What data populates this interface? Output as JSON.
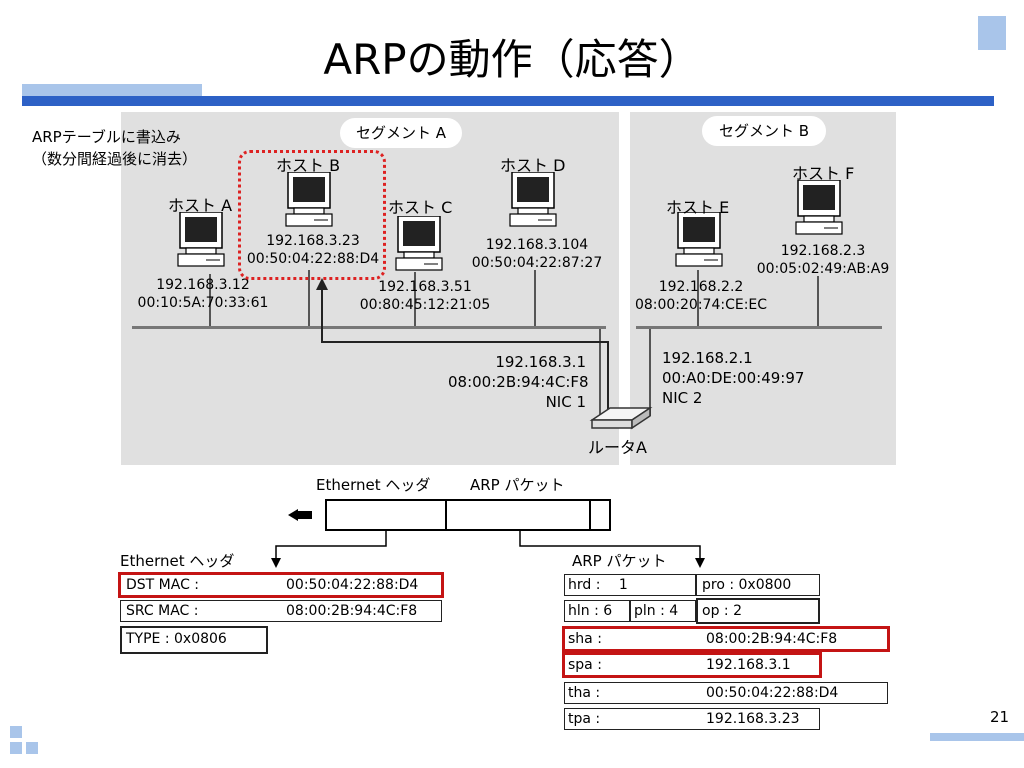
{
  "title": "ARPの動作（応答）",
  "note_lines": [
    "ARPテーブルに書込み",
    "（数分間経過後に消去）"
  ],
  "segments": {
    "a": "セグメント A",
    "b": "セグメント B"
  },
  "hosts": {
    "a": {
      "label": "ホスト A",
      "ip": "192.168.3.12",
      "mac": "00:10:5A:70:33:61"
    },
    "b": {
      "label": "ホスト B",
      "ip": "192.168.3.23",
      "mac": "00:50:04:22:88:D4"
    },
    "c": {
      "label": "ホスト C",
      "ip": "192.168.3.51",
      "mac": "00:80:45:12:21:05"
    },
    "d": {
      "label": "ホスト D",
      "ip": "192.168.3.104",
      "mac": "00:50:04:22:87:27"
    },
    "e": {
      "label": "ホスト E",
      "ip": "192.168.2.2",
      "mac": "08:00:20:74:CE:EC"
    },
    "f": {
      "label": "ホスト F",
      "ip": "192.168.2.3",
      "mac": "00:05:02:49:AB:A9"
    }
  },
  "router": {
    "label": "ルータA",
    "nic1": {
      "ip": "192.168.3.1",
      "mac": "08:00:2B:94:4C:F8",
      "name": "NIC 1"
    },
    "nic2": {
      "ip": "192.168.2.1",
      "mac": "00:A0:DE:00:49:97",
      "name": "NIC 2"
    }
  },
  "frame": {
    "eth_label": "Ethernet ヘッダ",
    "arp_label": "ARP パケット"
  },
  "eth_header": {
    "title": "Ethernet ヘッダ",
    "rows": [
      {
        "key": "DST MAC :",
        "value": "00:50:04:22:88:D4"
      },
      {
        "key": "SRC MAC :",
        "value": "08:00:2B:94:4C:F8"
      },
      {
        "key": "TYPE : 0x0806",
        "value": ""
      }
    ]
  },
  "arp_packet": {
    "title": "ARP パケット",
    "hrd": "hrd :　 1",
    "pro": "pro : 0x0800",
    "hln": "hln : 6",
    "pln": "pln : 4",
    "op": "op : 2",
    "sha_key": "sha :",
    "sha": "08:00:2B:94:4C:F8",
    "spa_key": "spa :",
    "spa": "192.168.3.1",
    "tha_key": "tha :",
    "tha": "00:50:04:22:88:D4",
    "tpa_key": "tpa :",
    "tpa": "192.168.3.23"
  },
  "page_number": "21",
  "colors": {
    "accent": "#2d61c6",
    "accent_light": "#a9c5ea",
    "highlight": "#c41414",
    "panel": "#e0e0e0"
  }
}
